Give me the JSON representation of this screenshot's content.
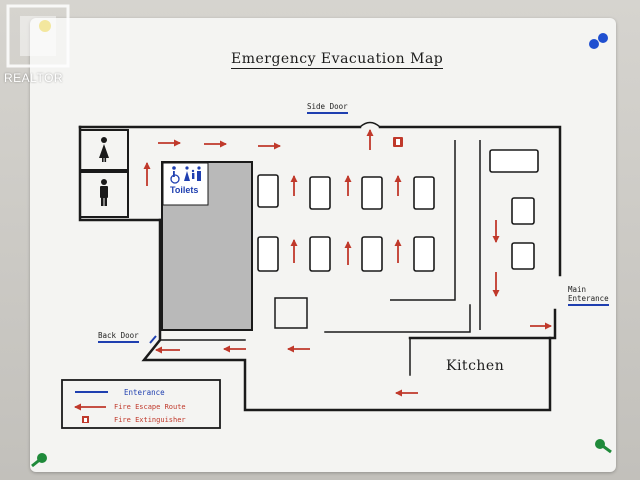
{
  "map": {
    "title": "Emergency Evacuation Map",
    "labels": {
      "side_door": "Side Door",
      "back_door": "Back Door",
      "main_entrance_line1": "Main",
      "main_entrance_line2": "Enterance",
      "toilets": "Toilets",
      "kitchen": "Kitchen"
    },
    "legend": {
      "entrance": "Enterance",
      "fire_escape_route": "Fire Escape Route",
      "fire_extinguisher": "Fire Extinguisher"
    }
  },
  "watermark": {
    "text": "REALTOR"
  },
  "colors": {
    "wall": "#1a1a1a",
    "route_arrow": "#c0392b",
    "entrance_line": "#1f3fb0",
    "toilet_block": "#b9b9b9",
    "pin_blue": "#1f4fd0",
    "pin_green": "#1f8a3a",
    "pin_yellow": "#e8d24a"
  },
  "icons": [
    "woman-icon",
    "man-icon",
    "wheelchair-icon",
    "family-icon",
    "fire-extinguisher-icon",
    "realtor-logo-icon",
    "push-pin-icon"
  ]
}
